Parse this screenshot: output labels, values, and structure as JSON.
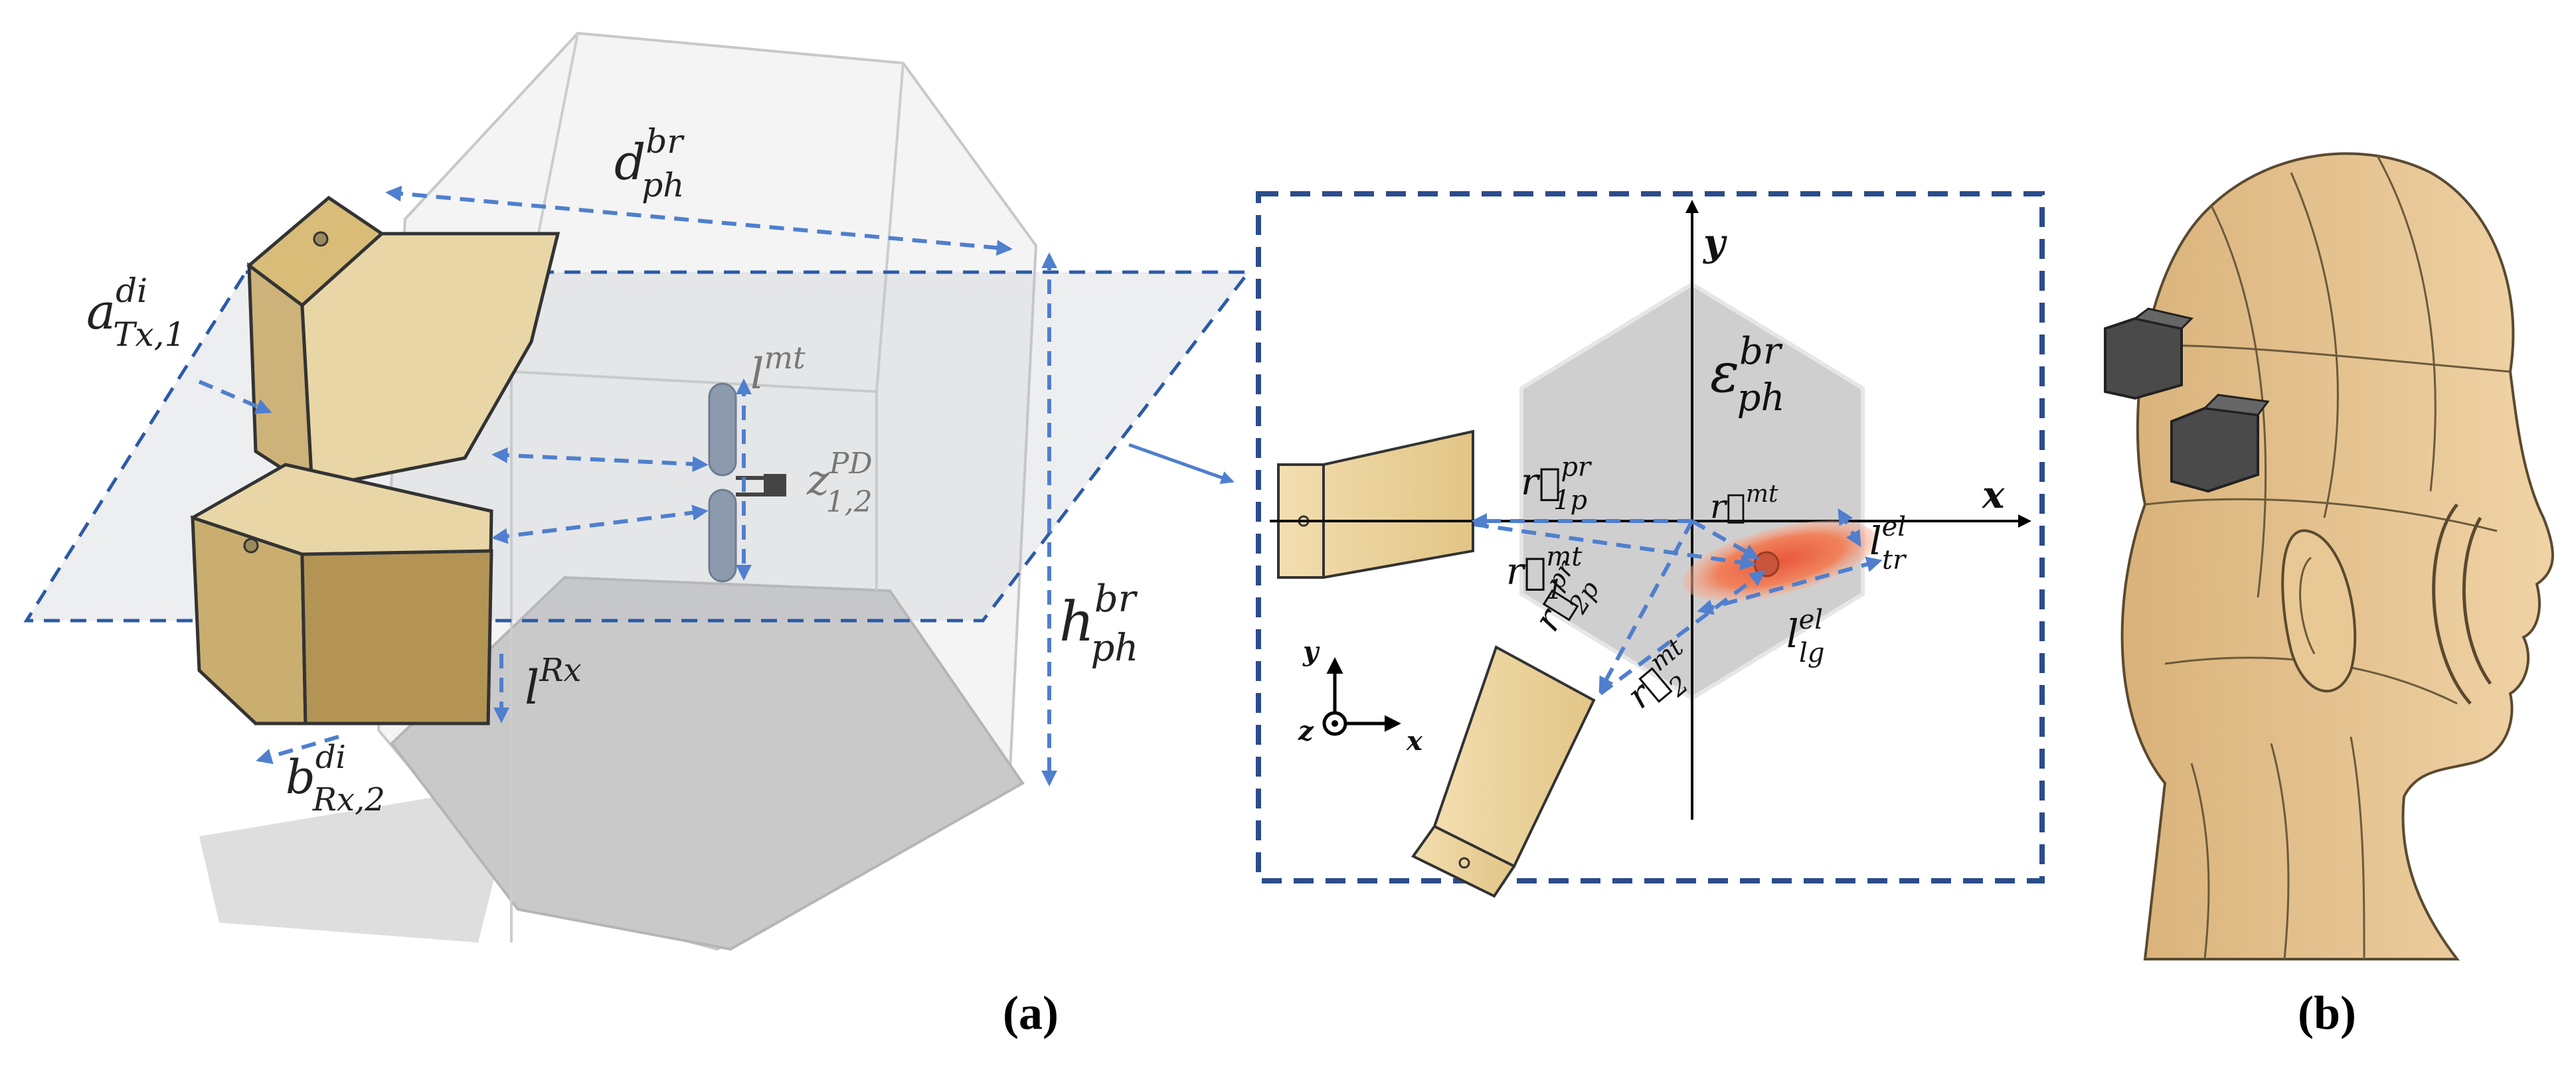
{
  "panel_a": {
    "caption": "(a)",
    "labels": {
      "d_ph_br": {
        "base": "d",
        "sub": "ph",
        "sup": "br"
      },
      "a_tx": {
        "base": "a",
        "sub": "Tx,1",
        "sup": "di"
      },
      "l_mt": {
        "base": "l",
        "sup": "mt"
      },
      "z_pd": {
        "base": "z",
        "sub": "1,2",
        "sup": "PD"
      },
      "h_ph_br": {
        "base": "h",
        "sub": "ph",
        "sup": "br"
      },
      "l_rx": {
        "base": "l",
        "sup": "Rx"
      },
      "b_rx": {
        "base": "b",
        "sub": "Rx,2",
        "sup": "di"
      }
    }
  },
  "inset": {
    "axis_x": "x",
    "axis_y": "y",
    "eps": {
      "base": "ε",
      "sub": "ph",
      "sup": "br"
    },
    "r1p": {
      "base": "r⃗",
      "sub": "1p",
      "sup": "pr"
    },
    "r1": {
      "base": "r⃗",
      "sub": "1",
      "sup": "mt"
    },
    "r_mt": {
      "base": "r⃗",
      "sup": "mt"
    },
    "l_tr": {
      "base": "l",
      "sub": "tr",
      "sup": "el"
    },
    "l_lg": {
      "base": "l",
      "sub": "lg",
      "sup": "el"
    },
    "r2p": {
      "base": "r⃗",
      "sub": "2p",
      "sup": "pr"
    },
    "r2": {
      "base": "r⃗",
      "sub": "2",
      "sup": "mt"
    },
    "triad": {
      "y": "y",
      "z": "z",
      "x": "x"
    }
  },
  "panel_b": {
    "caption": "(b)"
  },
  "colors": {
    "dash_blue": "#4f7fce",
    "frame_blue": "#2b4c8c",
    "hexagon": "#cfcfcf",
    "antenna": "#e8c983",
    "ellipse": "#ef7a52",
    "skin": "#e3c08e"
  }
}
